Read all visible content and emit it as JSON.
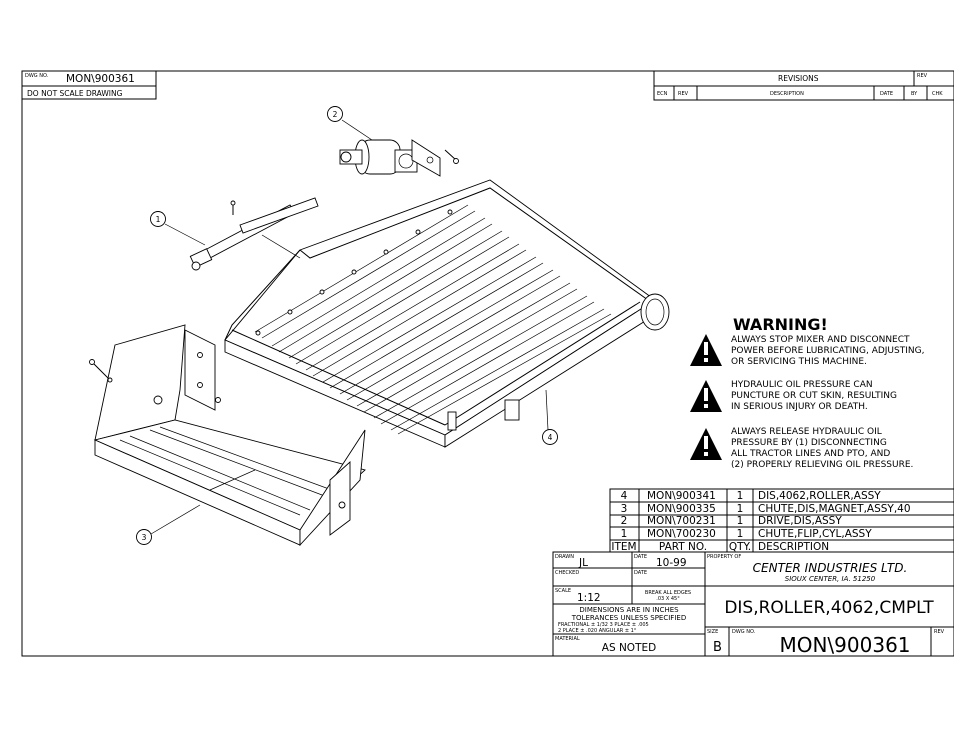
{
  "title_block_top": {
    "dwg_no_label": "DWG NO.",
    "dwg_no": "MON\\900361",
    "do_not_scale": "DO NOT SCALE DRAWING"
  },
  "revisions": {
    "title": "REVISIONS",
    "rev_label": "REV",
    "headers": [
      "ECN",
      "REV",
      "DESCRIPTION",
      "DATE",
      "BY",
      "CHK"
    ]
  },
  "callouts": [
    "1",
    "2",
    "3",
    "4"
  ],
  "warning": {
    "title": "WARNING!",
    "blocks": [
      [
        "ALWAYS STOP MIXER AND DISCONNECT",
        "POWER BEFORE LUBRICATING, ADJUSTING,",
        "OR SERVICING THIS MACHINE."
      ],
      [
        "HYDRAULIC OIL PRESSURE CAN",
        "PUNCTURE OR CUT SKIN, RESULTING",
        "IN SERIOUS INJURY OR DEATH."
      ],
      [
        "ALWAYS RELEASE HYDRAULIC OIL",
        "PRESSURE BY (1) DISCONNECTING",
        "ALL TRACTOR LINES AND PTO, AND",
        "(2) PROPERLY RELIEVING OIL PRESSURE."
      ]
    ]
  },
  "bom": {
    "rows": [
      {
        "item": "4",
        "part": "MON\\900341",
        "qty": "1",
        "desc": "DIS,4062,ROLLER,ASSY"
      },
      {
        "item": "3",
        "part": "MON\\900335",
        "qty": "1",
        "desc": "CHUTE,DIS,MAGNET,ASSY,40"
      },
      {
        "item": "2",
        "part": "MON\\700231",
        "qty": "1",
        "desc": "DRIVE,DIS,ASSY"
      },
      {
        "item": "1",
        "part": "MON\\700230",
        "qty": "1",
        "desc": "CHUTE,FLIP,CYL,ASSY"
      }
    ],
    "headers": {
      "item": "ITEM",
      "part": "PART NO.",
      "qty": "QTY.",
      "desc": "DESCRIPTION"
    }
  },
  "title_block": {
    "drawn_label": "DRAWN",
    "drawn": "JL",
    "date_label": "DATE",
    "date": "10-99",
    "checked_label": "CHECKED",
    "date2_label": "DATE",
    "property_label": "PROPERTY OF",
    "company": "CENTER INDUSTRIES LTD.",
    "location": "SIOUX CENTER, IA. 51250",
    "scale_label": "SCALE",
    "scale": "1:12",
    "break_edges_1": "BREAK ALL EDGES",
    "break_edges_2": ".03 X 45°",
    "dims_1": "DIMENSIONS ARE IN INCHES",
    "dims_2": "TOLERANCES UNLESS SPECIFIED",
    "tol_1": "FRACTIONAL ± 1/32    3 PLACE ± .005",
    "tol_2": "2 PLACE ± .020       ANGULAR ± 1°",
    "material_label": "MATERIAL",
    "material": "AS NOTED",
    "drawing_title": "DIS,ROLLER,4062,CMPLT",
    "size_label": "SIZE",
    "size": "B",
    "dwg_no_label": "DWG NO.",
    "dwg_no": "MON\\900361",
    "rev_label": "REV"
  }
}
